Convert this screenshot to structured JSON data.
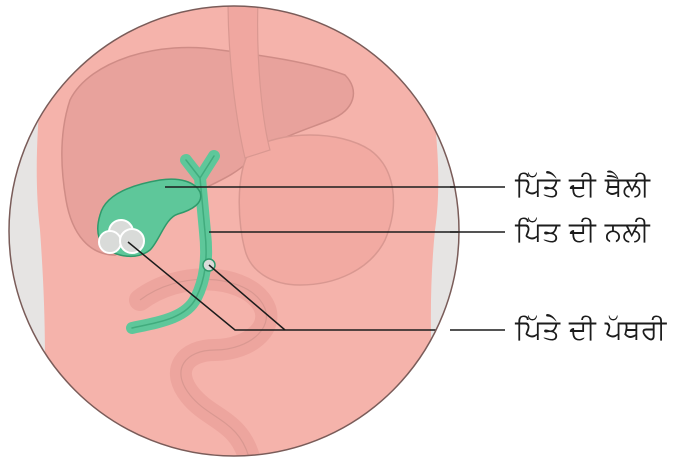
{
  "labels": {
    "gallbladder": "ਪਿੱਤੇ ਦੀ ਥੈਲੀ",
    "bile_duct": "ਪਿੱਤ ਦੀ ਨਲੀ",
    "gallstones": "ਪਿੱਤੇ ਦੀ ਪੱਥਰੀ"
  },
  "colors": {
    "skin": "#f5b3ab",
    "skin_outline": "#c98883",
    "side_gray": "#e6e4e3",
    "organ": "#e8a29c",
    "organ_outline": "#cf8c86",
    "gallbladder": "#5ec79a",
    "gallbladder_outline": "#2f9a6b",
    "stone": "#d9dbd9",
    "leader_line": "#1c1c1c"
  },
  "icons": [
    "gallbladder-illustration",
    "gallstones-icon"
  ]
}
